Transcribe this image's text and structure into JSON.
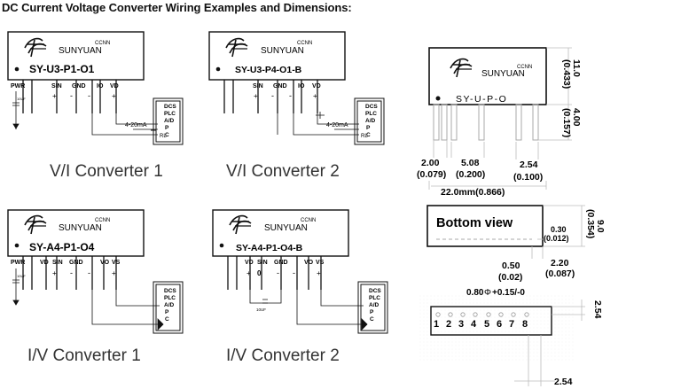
{
  "title": "DC Current Voltage Converter Wiring Examples and Dimensions:",
  "brand": {
    "cnn": "CCNN",
    "name": "SUNYUAN"
  },
  "common": {
    "cap": "10UF",
    "dcs": [
      "DCS",
      "PLC",
      "A/D",
      "P",
      "C"
    ]
  },
  "modules": [
    {
      "part": "SY-U3-P1-O1",
      "caption": "V/I Converter 1",
      "pins": [
        "PWR",
        "SIN",
        "GND",
        "IO",
        "VD"
      ],
      "signal": "4-20mA",
      "load": "RL"
    },
    {
      "part": "SY-U3-P4-O1-B",
      "caption": "V/I Converter 2",
      "pins": [
        "SIN",
        "GND",
        "IO",
        "VD"
      ],
      "signal": "4-20mA",
      "load": "RL"
    },
    {
      "part": "SY-A4-P1-O4",
      "caption": "I/V Converter 1",
      "pins": [
        "PWR",
        "VD",
        "SIN",
        "GND",
        "VO",
        "VS"
      ]
    },
    {
      "part": "SY-A4-P1-O4-B",
      "caption": "I/V Converter 2",
      "pins": [
        "VD",
        "SIN",
        "GND",
        "VO",
        "VS"
      ],
      "cap": "10UF"
    }
  ],
  "dimensions": {
    "label": "SY-U-P-O",
    "height": "11.0",
    "height_in": "(0.433)",
    "pin_len": "4.00",
    "pin_len_in": "(0.157)",
    "pitch1": "2.00",
    "pitch1_in": "(0.079)",
    "pitch2": "5.08",
    "pitch2_in": "(0.200)",
    "pitch3": "2.54",
    "pitch3_in": "(0.100)",
    "length": "22.0mm(0.866)",
    "bottom_view": "Bottom view",
    "t1": "0.30",
    "t1_in": "(0.012)",
    "w": "9.0",
    "w_in": "(0.354)",
    "t2": "0.50",
    "t2_in": "(0.02)",
    "t3": "2.20",
    "t3_in": "(0.087)",
    "hole": "0.80",
    "hole_tol": "+0.15/-0",
    "pin_numbers": [
      "1",
      "2",
      "3",
      "4",
      "5",
      "6",
      "7",
      "8"
    ],
    "grid_v": "2.54",
    "grid_h": "2.54"
  }
}
